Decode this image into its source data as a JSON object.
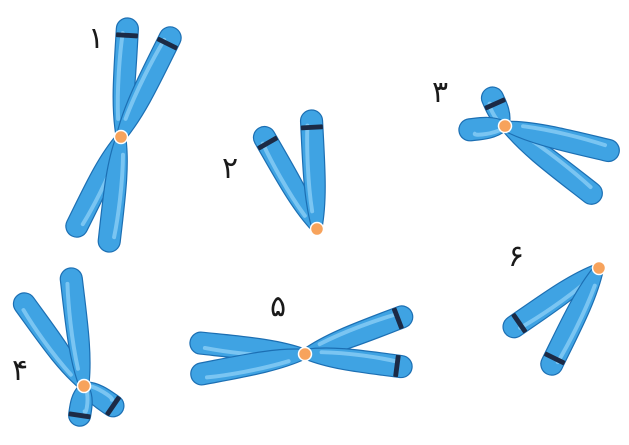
{
  "chromosomes": [
    {
      "label": "۱",
      "icon": "chromosome-icon",
      "centromere": "middle"
    },
    {
      "label": "۲",
      "icon": "chromosome-icon",
      "centromere": "end"
    },
    {
      "label": "۳",
      "icon": "chromosome-icon",
      "centromere": "near-end"
    },
    {
      "label": "۴",
      "icon": "chromosome-icon",
      "centromere": "near-end"
    },
    {
      "label": "۵",
      "icon": "chromosome-icon",
      "centromere": "middle"
    },
    {
      "label": "۶",
      "icon": "chromosome-icon",
      "centromere": "end"
    }
  ],
  "colors": {
    "arm_fill": "#3fa3e3",
    "arm_stroke": "#1c6fb3",
    "arm_highlight": "#8fd0f7",
    "band": "#1c2a45",
    "centromere_fill": "#f7a35c",
    "centromere_stroke": "#ffffff"
  }
}
